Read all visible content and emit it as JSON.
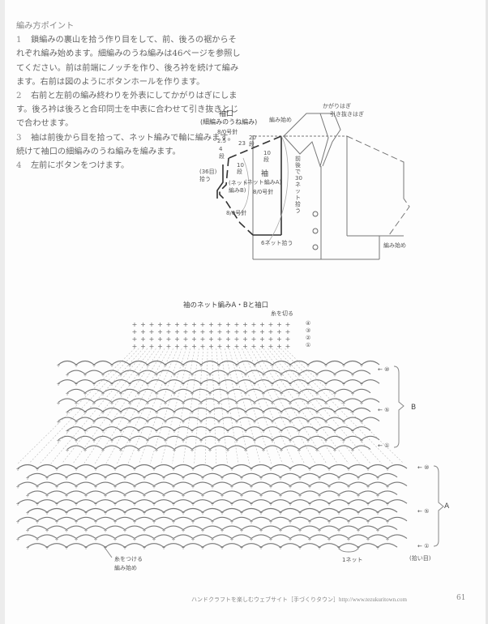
{
  "instructions": {
    "heading": "編み方ポイント",
    "steps": [
      {
        "num": "1",
        "text": "鎖編みの裏山を拾う作り目をして、前、後ろの裾からそれぞれ編み始めます。細編みのうね編みは46ページを参照してください。前は前端にノッチを作り、後ろ衿を続けて編みます。右前は図のようにボタンホールを作ります。"
      },
      {
        "num": "2",
        "text": "右前と左前の編み終わりを外表にしてかがりはぎにします。後ろ衿は後ろと合印同士を中表に合わせて引き抜きとじで合わせます。"
      },
      {
        "num": "3",
        "text": "袖は前後から目を拾って、ネット編みで輪に編みます。続けて袖口の細編みのうね編みを編みます。"
      },
      {
        "num": "4",
        "text": "左前にボタンをつけます。"
      }
    ]
  },
  "garment_diagram": {
    "cuff_title": "袖口",
    "cuff_stitch": "(細編みのうね編み)",
    "cuff_needle": "8/0号針",
    "cuff_size": "2.5",
    "cuff_rows": "4段",
    "sleeve_len": "23",
    "sleeve_rows_total": "20段",
    "rows_a": "10段",
    "rows_b": "10段",
    "pickup": "(36目)拾う",
    "sleeve_title": "袖",
    "sleeve_stitch_a": "(ネット編みA)",
    "needle_a": "8/0号針",
    "sleeve_stitch_b": "(ネット編みB)",
    "needle_b": "8/0号針",
    "start_label": "編み始め",
    "front_back_pick": "前後で30ネット拾う",
    "six_net": "6ネット拾う",
    "whip_seam": "かがりはぎ",
    "slip_seam": "引き抜きはぎ",
    "hem_start": "編み始め"
  },
  "chart": {
    "title": "袖のネット編みA・Bと袖口",
    "cut_yarn": "糸を切る",
    "cuff_rows": [
      "④",
      "③",
      "②",
      "①"
    ],
    "b_rows": [
      "⑩",
      "⑤",
      "①"
    ],
    "b_label": "B",
    "a_rows": [
      "⑩",
      "⑤",
      "①"
    ],
    "a_label": "A",
    "attach_yarn": "糸をつける",
    "start": "編み始め",
    "one_net": "1ネット",
    "picked": "(拾い目)"
  },
  "footer": {
    "text": "ハンドクラフトを楽しむウェブサイト［手づくりタウン］http://www.tezukuritown.com",
    "page_number": "61"
  }
}
